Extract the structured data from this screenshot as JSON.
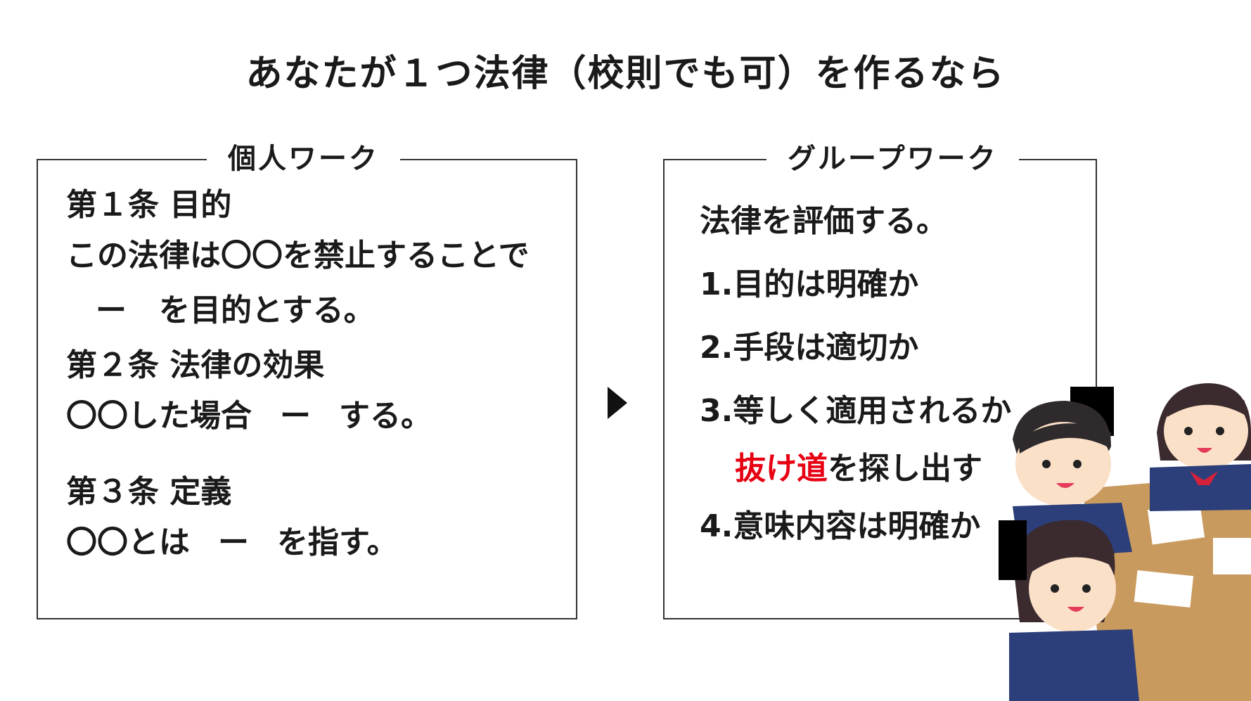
{
  "title": "あなたが１つ法律（校則でも可）を作るなら",
  "individual": {
    "label": "個人ワーク",
    "article1": {
      "heading": "第１条 目的",
      "line1": "この法律は〇〇を禁止することで",
      "dash": "ー",
      "line2_suffix": "を目的とする。"
    },
    "article2": {
      "heading": "第２条 法律の効果",
      "prefix": "〇〇した場合",
      "dash": "ー",
      "suffix": "する。"
    },
    "article3": {
      "heading": "第３条 定義",
      "prefix": "〇〇とは",
      "dash": "ー",
      "suffix": "を指す。"
    }
  },
  "group": {
    "label": "グループワーク",
    "intro": "法律を評価する。",
    "item1": "1.目的は明確か",
    "item2": "2.手段は適切か",
    "item3": "3.等しく適用されるか",
    "loophole_red": "抜け道",
    "loophole_rest": "を探し出す",
    "item4": "4.意味内容は明確か"
  },
  "colors": {
    "accent_red": "#e60012",
    "border": "#333333",
    "text": "#1a1a1a"
  }
}
